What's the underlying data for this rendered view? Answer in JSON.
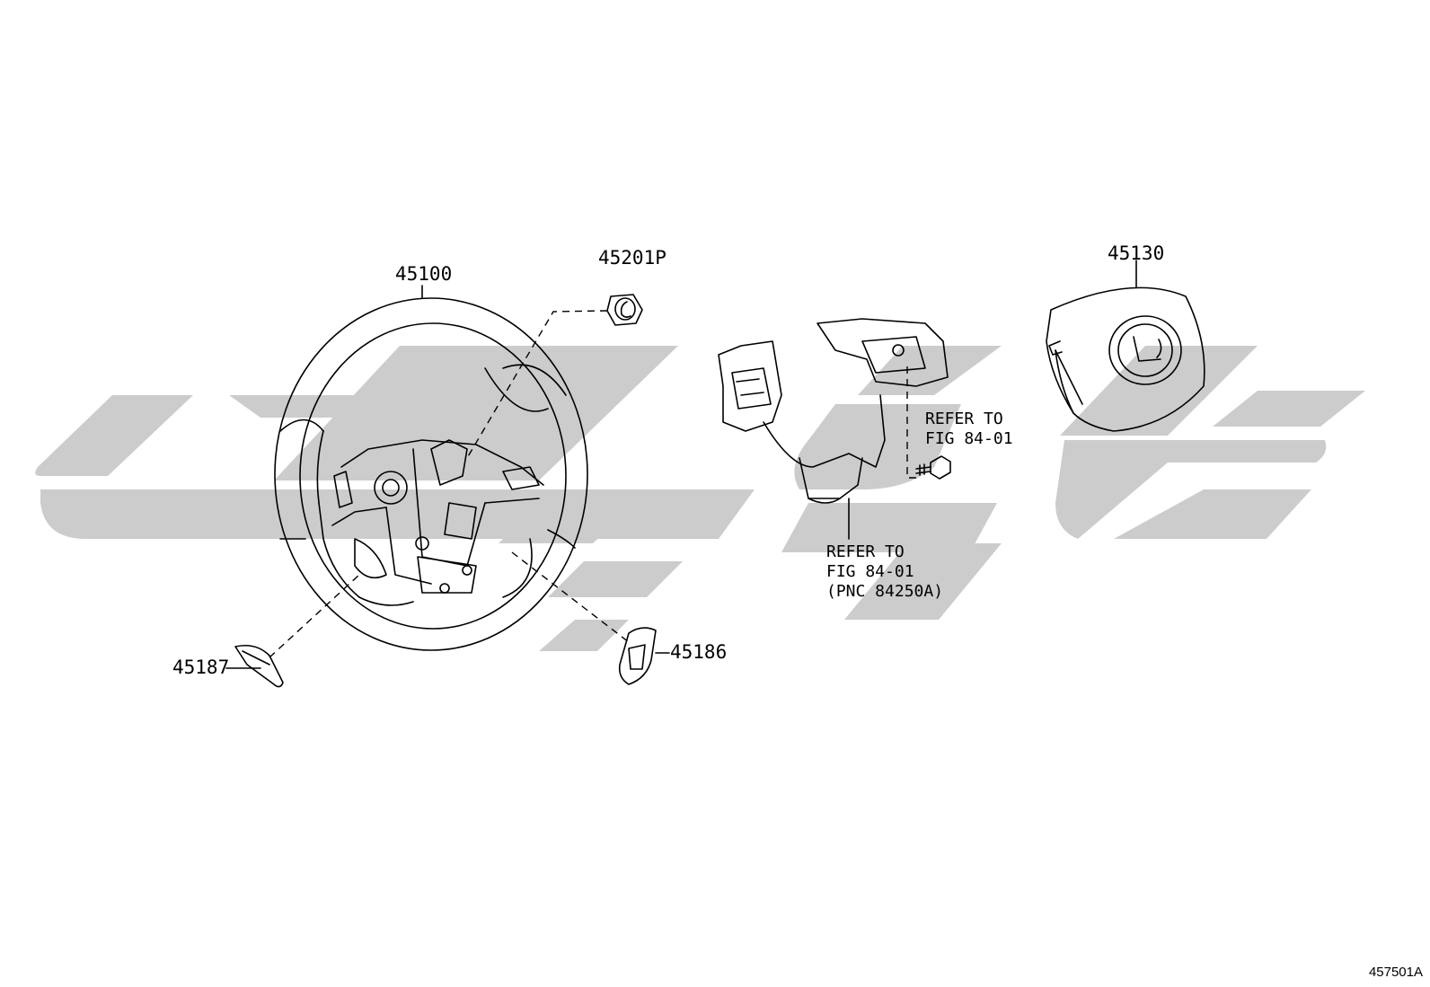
{
  "colors": {
    "line": "#000000",
    "watermark": "#cccccc",
    "background": "#ffffff"
  },
  "parts": {
    "p45100": "45100",
    "p45201p": "45201P",
    "p45130": "45130",
    "p45187": "45187",
    "p45186": "45186"
  },
  "notes": {
    "switch_bolt": [
      "REFER TO",
      "FIG 84-01"
    ],
    "switch_assembly": [
      "REFER TO",
      "FIG 84-01",
      "(PNC 84250A)"
    ]
  },
  "figure_id": "457501A"
}
